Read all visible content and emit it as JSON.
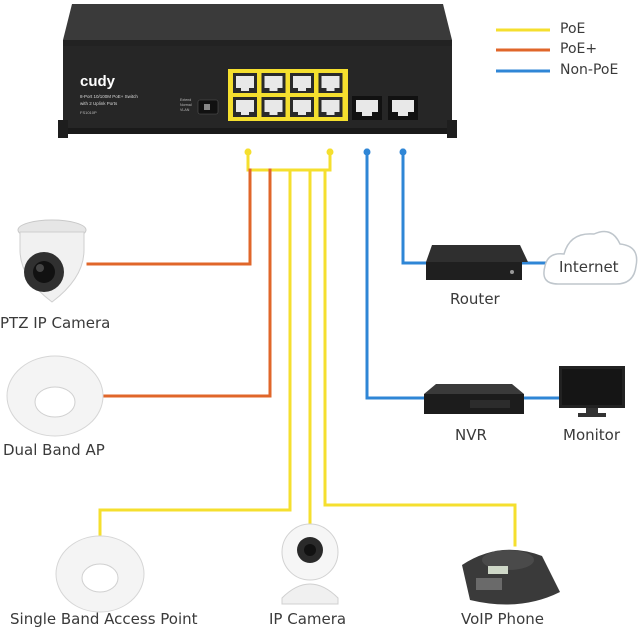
{
  "colors": {
    "poe": "#f5df2e",
    "poe_plus": "#e0662a",
    "non_poe": "#2f86d6",
    "device_dark": "#2b2b2b",
    "device_light": "#f2f2f2"
  },
  "legend": [
    {
      "label": "PoE",
      "color": "#f5df2e"
    },
    {
      "label": "PoE+",
      "color": "#e0662a"
    },
    {
      "label": "Non-PoE",
      "color": "#2f86d6"
    }
  ],
  "switch": {
    "brand": "cudy",
    "title_line1": "8-Port 10/100M PoE+ Switch",
    "title_line2": "with 2 Uplink Ports",
    "model": "FS1010P",
    "mode_labels": [
      "Extend",
      "Normal",
      "VLAN"
    ]
  },
  "devices": {
    "ptz_camera": "PTZ IP Camera",
    "dual_band_ap": "Dual Band AP",
    "single_band_ap": "Single Band Access Point",
    "ip_camera": "IP Camera",
    "voip_phone": "VoIP Phone",
    "router": "Router",
    "internet": "Internet",
    "nvr": "NVR",
    "monitor": "Monitor"
  }
}
